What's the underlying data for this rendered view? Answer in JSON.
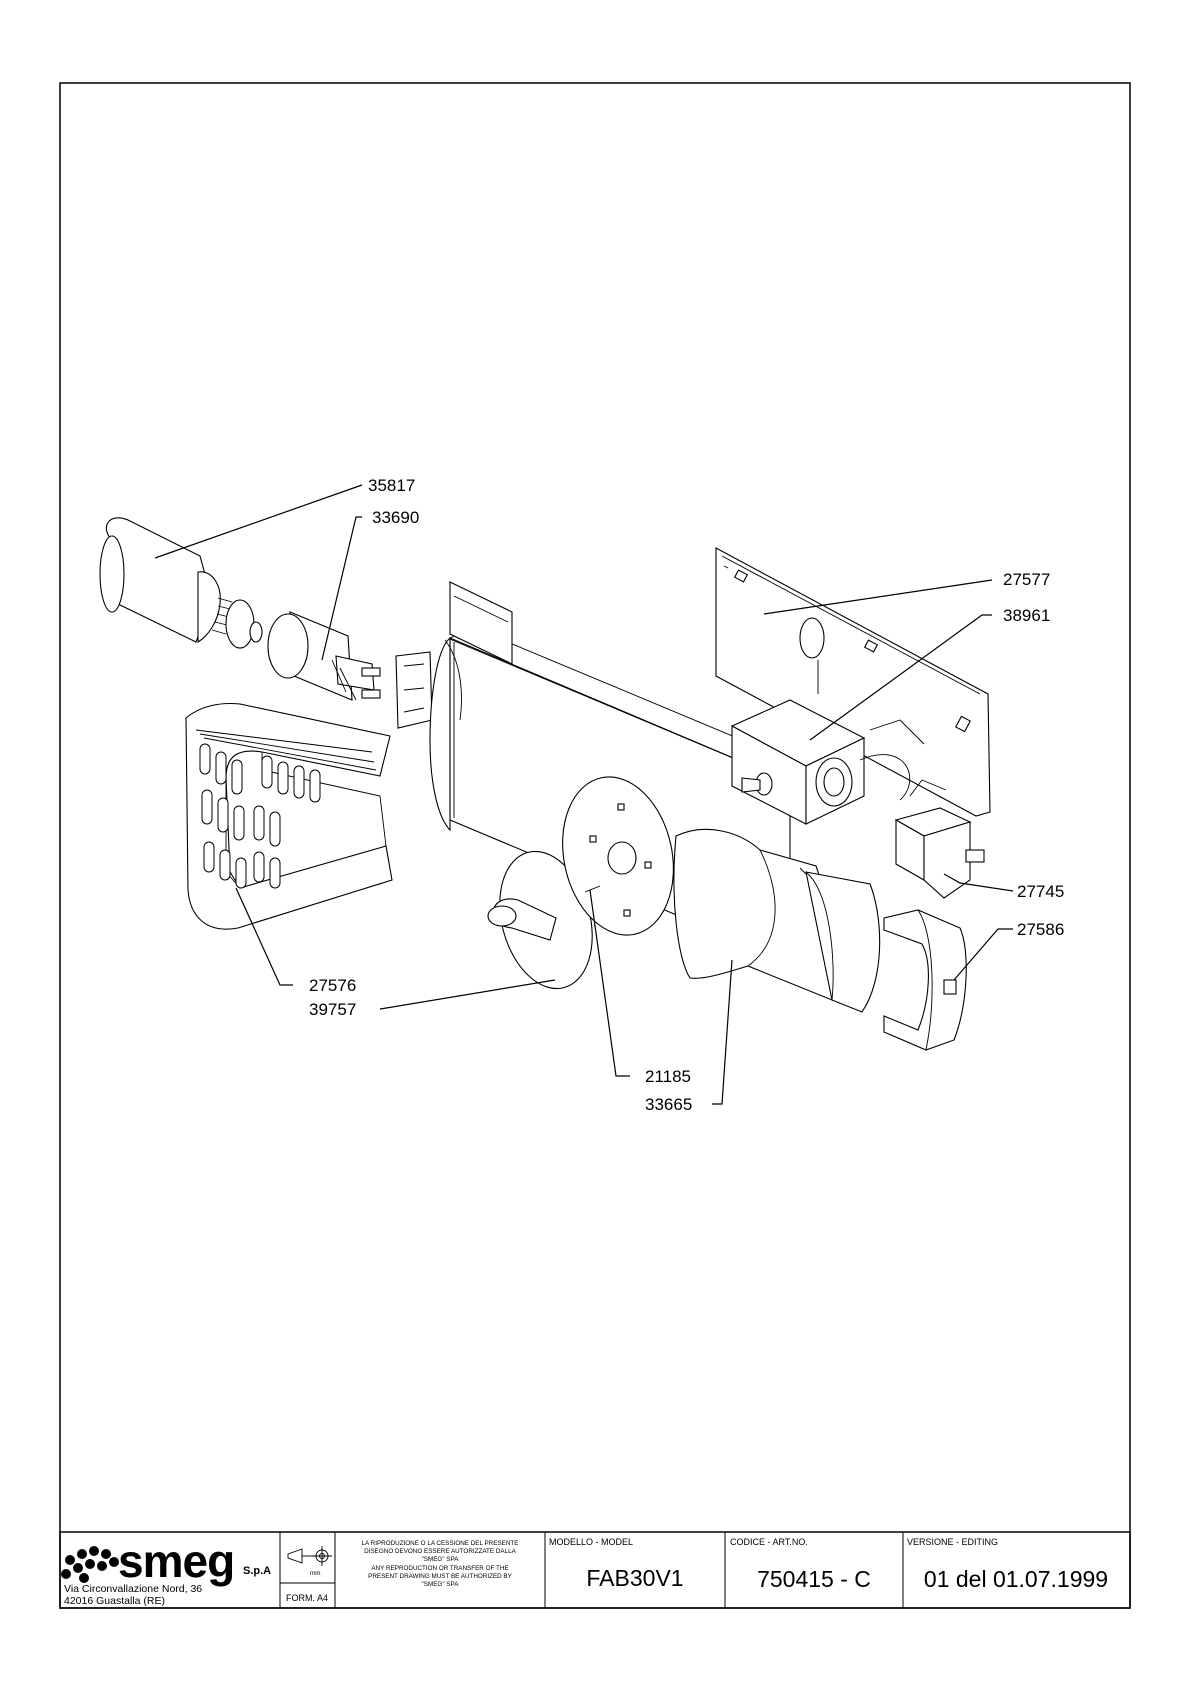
{
  "drawing": {
    "part_labels": [
      "35817",
      "33690",
      "27577",
      "38961",
      "27745",
      "27586",
      "27576",
      "39757",
      "21185",
      "33665"
    ]
  },
  "title_block": {
    "company": {
      "logo_text": "smeg",
      "suffix": "S.p.A",
      "address_line1": "Via Circonvallazione Nord, 36",
      "address_line2": "42016  Guastalla (RE)"
    },
    "format": "FORM. A4",
    "projection_unit": "mm",
    "notice": [
      "LA RIPRODUZIONE O LA CESSIONE DEL PRESENTE",
      "DISEGNO DEVONO ESSERE AUTORIZZATE DALLA",
      "\"SMEG\" SPA",
      "ANY REPRODUCTION OR TRANSFER OF THE",
      "PRESENT DRAWING MUST BE AUTHORIZED BY",
      "\"SMEG\" SPA"
    ],
    "model": {
      "label": "MODELLO - MODEL",
      "value": "FAB30V1"
    },
    "code": {
      "label": "CODICE - ART.NO.",
      "value": "750415 - C"
    },
    "version": {
      "label": "VERSIONE - EDITING",
      "value": "01 del 01.07.1999"
    }
  }
}
